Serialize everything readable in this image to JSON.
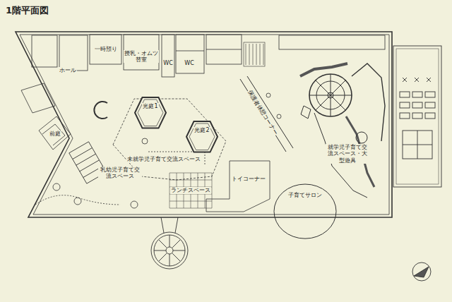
{
  "diagram": {
    "title": "1階平面図",
    "nodes": [
      {
        "text": [
          "光庭1"
        ]
      },
      {
        "text": [
          "光庭2"
        ]
      },
      {
        "text": [
          "子育てサロン"
        ]
      }
    ],
    "labels": [
      "ホール",
      "一時預り",
      "授乳・オムツ替室",
      "WC",
      "WC",
      "前庭",
      "乳幼児子育て交流スペース",
      "未就学児子育て交流スペース",
      "保護者休憩コーナー",
      "ランチスペース",
      "トイコーナー",
      "就学児子育て交流スペース・大型遊具"
    ]
  }
}
